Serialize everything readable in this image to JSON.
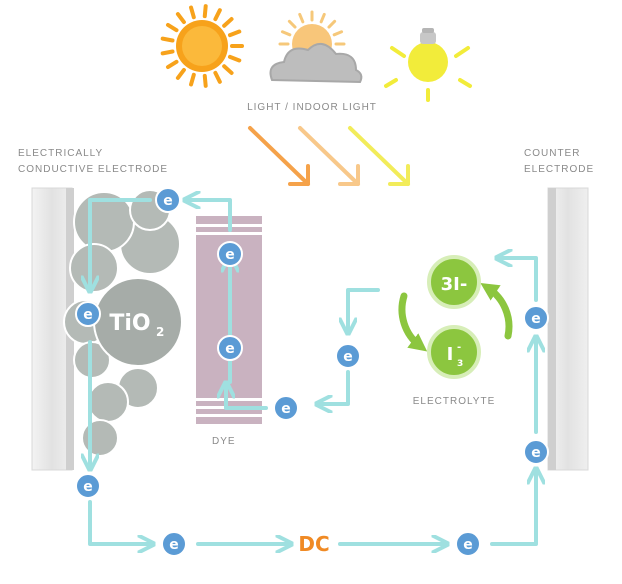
{
  "labels": {
    "light": "LIGHT / INDOOR LIGHT",
    "left_electrode_line1": "ELECTRICALLY",
    "left_electrode_line2": "CONDUCTIVE ELECTRODE",
    "counter_line1": "COUNTER",
    "counter_line2": "ELECTRODE",
    "dye": "DYE",
    "electrolyte": "ELECTROLYTE",
    "dc": "DC",
    "tio2_main": "TiO",
    "tio2_sub": "2",
    "ion_3i": "3I-",
    "ion_i3_main": "I",
    "ion_i3_sub": "3",
    "ion_i3_sup": "-"
  },
  "electron_symbol": "e",
  "icons": [
    "sun-icon",
    "cloudy-sun-icon",
    "light-bulb-icon"
  ],
  "colors": {
    "flow": "#9fe0e0",
    "electron": "#5b9bd5",
    "dc": "#f08a24",
    "electrolyte": "#8cc63f",
    "tio2": "#a6aca8",
    "dye": "#c9b2c0",
    "sun": "#f7a21b",
    "bulb": "#f2ec3a"
  }
}
